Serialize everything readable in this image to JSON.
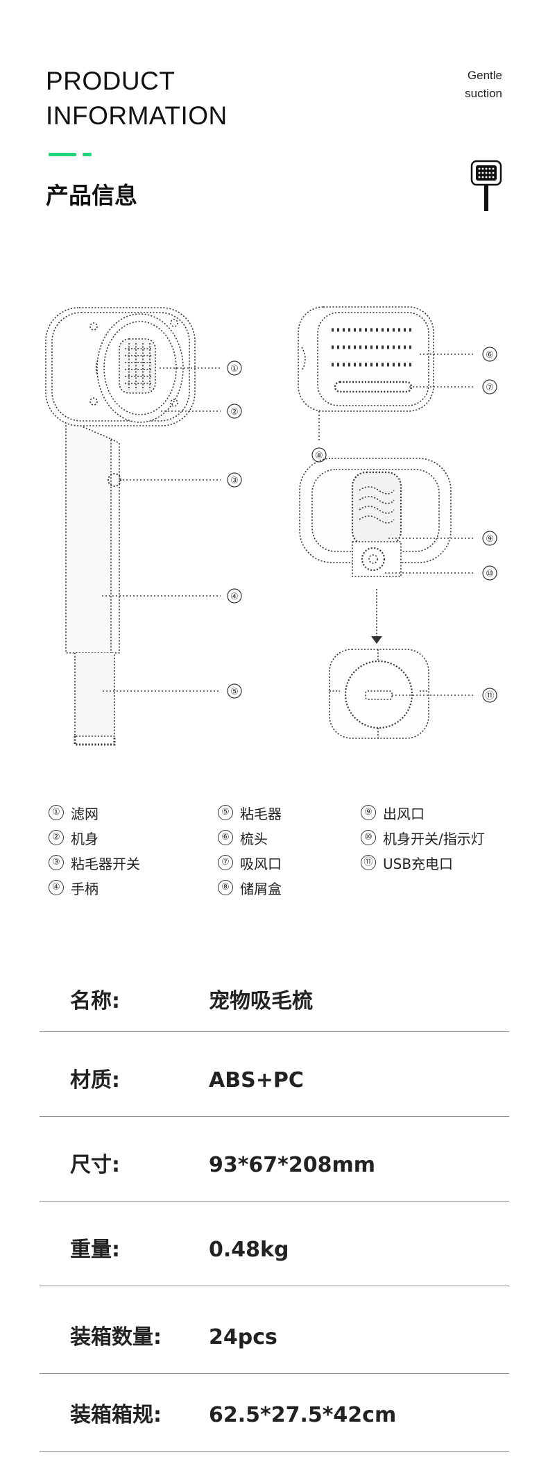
{
  "header": {
    "title_en_line1": "PRODUCT",
    "title_en_line2": "INFORMATION",
    "tagline_line1": "Gentle",
    "tagline_line2": "suction",
    "title_zh": "产品信息",
    "accent_color": "#1fd47a",
    "icon": "pet-brush-icon"
  },
  "diagram": {
    "callouts": [
      "①",
      "②",
      "③",
      "④",
      "⑤",
      "⑥",
      "⑦",
      "⑧",
      "⑨",
      "⑩",
      "⑪"
    ]
  },
  "legend": [
    {
      "num": "①",
      "label": "滤网"
    },
    {
      "num": "②",
      "label": "机身"
    },
    {
      "num": "③",
      "label": "粘毛器开关"
    },
    {
      "num": "④",
      "label": "手柄"
    },
    {
      "num": "⑤",
      "label": "粘毛器"
    },
    {
      "num": "⑥",
      "label": "梳头"
    },
    {
      "num": "⑦",
      "label": "吸风口"
    },
    {
      "num": "⑧",
      "label": "储屑盒"
    },
    {
      "num": "⑨",
      "label": "出风口"
    },
    {
      "num": "⑩",
      "label": "机身开关/指示灯"
    },
    {
      "num": "⑪",
      "label": "USB充电口"
    }
  ],
  "specs": [
    {
      "label": "名称:",
      "value": "宠物吸毛梳"
    },
    {
      "label": "材质:",
      "value": "ABS+PC"
    },
    {
      "label": "尺寸:",
      "value": "93*67*208mm"
    },
    {
      "label": "重量:",
      "value": "0.48kg"
    },
    {
      "label": "装箱数量:",
      "value": "24pcs"
    },
    {
      "label": "装箱箱规:",
      "value": "62.5*27.5*42cm"
    }
  ]
}
